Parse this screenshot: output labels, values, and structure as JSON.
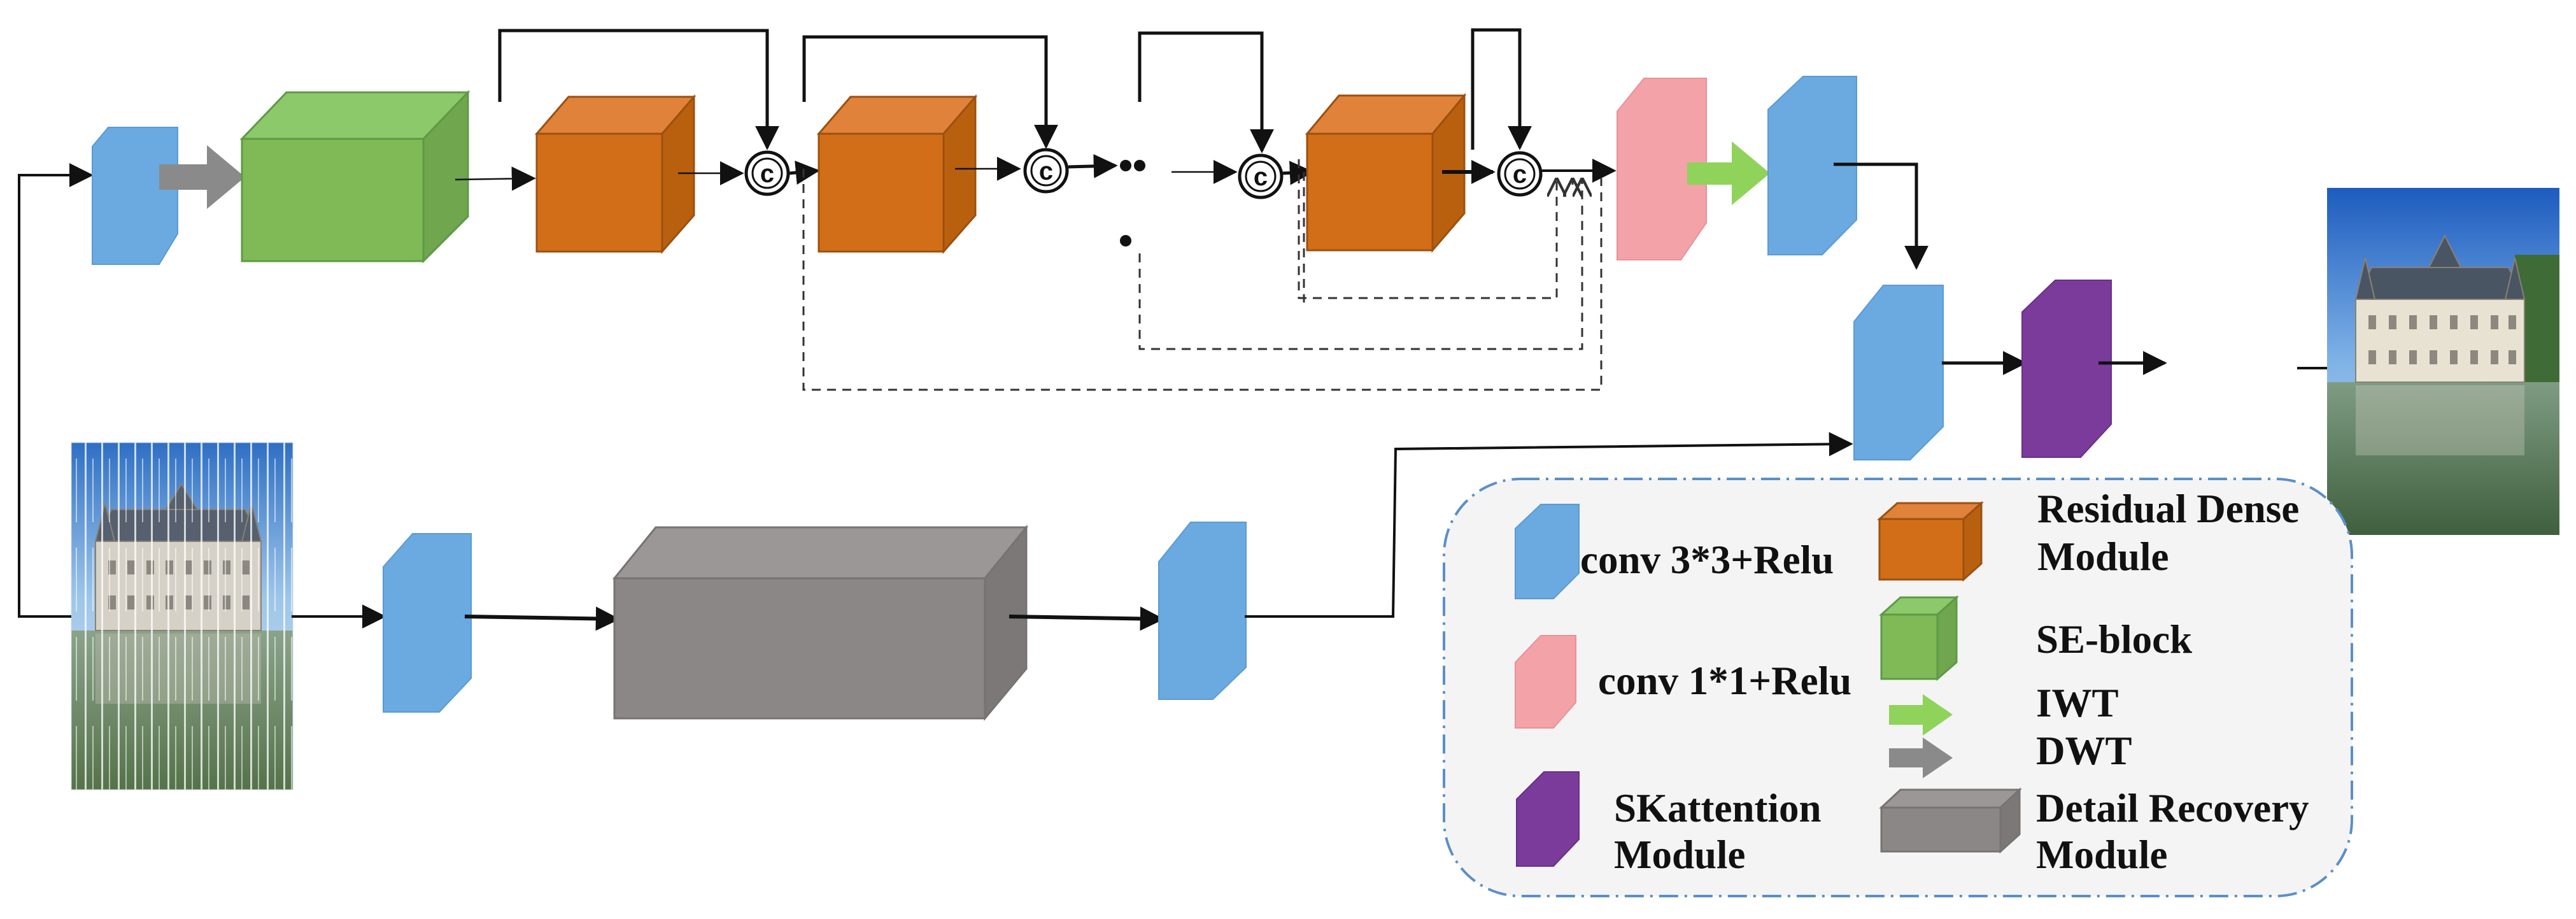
{
  "concat_symbol": "c",
  "ellipsis_symbol": "• •",
  "legend": {
    "conv3_label": "conv 3*3+Relu",
    "conv1_label": "conv 1*1+Relu",
    "skattention_label": [
      "SKattention",
      "Module"
    ],
    "rdm_label": [
      "Residual Dense",
      "Module"
    ],
    "se_label": "SE-block",
    "iwt_label": "IWT",
    "dwt_label": "DWT",
    "drm_label": [
      "Detail Recovery",
      "Module"
    ]
  },
  "colors": {
    "conv3": "#6aaae0",
    "conv1": "#f3a3a8",
    "skattention": "#7a3b9b",
    "rdm": "#d26e17",
    "se_block": "#7fba57",
    "iwt": "#8fd35a",
    "dwt": "#8a8a8a",
    "drm": "#8a8786",
    "legend_bg": "#f4f4f4",
    "legend_border": "#5b8fc7"
  },
  "images": {
    "input": "rainy-castle-image",
    "output": "derained-castle-image"
  }
}
